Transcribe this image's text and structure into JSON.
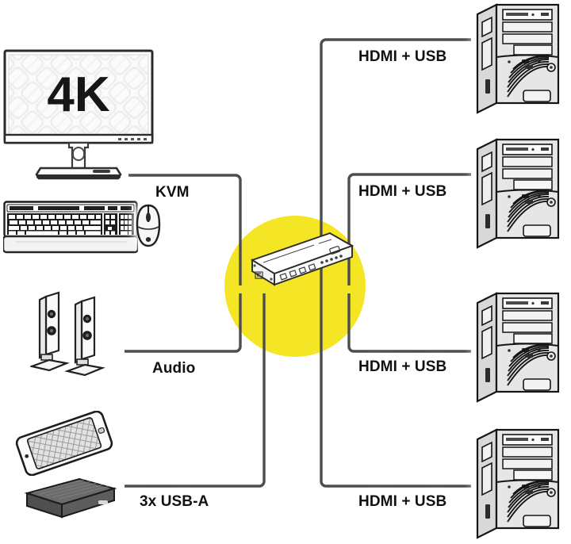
{
  "diagram": {
    "title": "KVM switch connection diagram",
    "background_color": "#ffffff",
    "accent_color": "#f5e625",
    "line_color": "#4d4d4d",
    "text_color": "#111111"
  },
  "center": {
    "device_name": "kvm-switch",
    "highlight_shape": "circle",
    "highlight_color": "#f5e625"
  },
  "left_devices": [
    {
      "name": "monitor",
      "screen_text": "4K"
    },
    {
      "name": "keyboard",
      "screen_text": ""
    },
    {
      "name": "mouse",
      "screen_text": ""
    },
    {
      "name": "speakers",
      "screen_text": ""
    },
    {
      "name": "smartphone",
      "screen_text": ""
    },
    {
      "name": "external-hard-drive",
      "screen_text": ""
    }
  ],
  "left_labels": [
    {
      "id": "kvm",
      "text": "KVM"
    },
    {
      "id": "audio",
      "text": "Audio"
    },
    {
      "id": "usb",
      "text": "3x USB-A"
    }
  ],
  "right_labels": [
    {
      "id": "hdmi-usb-1",
      "text": "HDMI + USB"
    },
    {
      "id": "hdmi-usb-2",
      "text": "HDMI + USB"
    },
    {
      "id": "hdmi-usb-3",
      "text": "HDMI + USB"
    },
    {
      "id": "hdmi-usb-4",
      "text": "HDMI + USB"
    }
  ],
  "right_devices": [
    {
      "name": "pc-tower-1"
    },
    {
      "name": "pc-tower-2"
    },
    {
      "name": "pc-tower-3"
    },
    {
      "name": "pc-tower-4"
    }
  ]
}
